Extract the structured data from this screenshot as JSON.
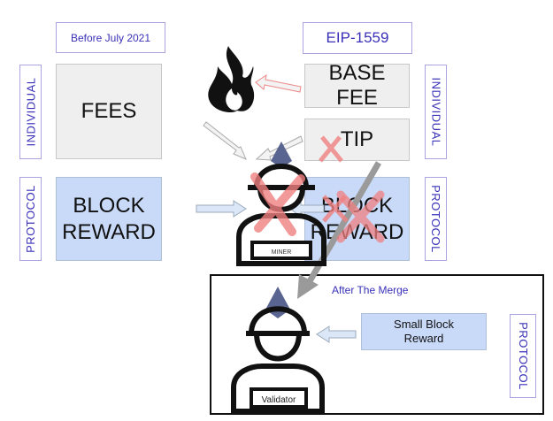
{
  "headers": {
    "before": "Before July 2021",
    "eip": "EIP-1559"
  },
  "side_labels": {
    "left_individual": "INDIVIDUAL",
    "left_protocol": "PROTOCOL",
    "right_individual": "INDIVIDUAL",
    "right_protocol": "PROTOCOL",
    "merge_protocol": "PROTOCOL"
  },
  "boxes": {
    "fees": "FEES",
    "block_reward_left": [
      "BLOCK",
      "REWARD"
    ],
    "base_fee": "BASE FEE",
    "tip": "TIP",
    "block_reward_right": [
      "BLOCK",
      "REWARD"
    ],
    "small_block_reward": [
      "Small Block",
      "Reward"
    ]
  },
  "figures": {
    "miner": "MINER",
    "validator": "Validator"
  },
  "merge": {
    "title": "After The Merge"
  },
  "colors": {
    "accent": "#3a31b8",
    "blue_box": "#c9daf8",
    "gray_box": "#efefef",
    "cross": "#f08080"
  }
}
